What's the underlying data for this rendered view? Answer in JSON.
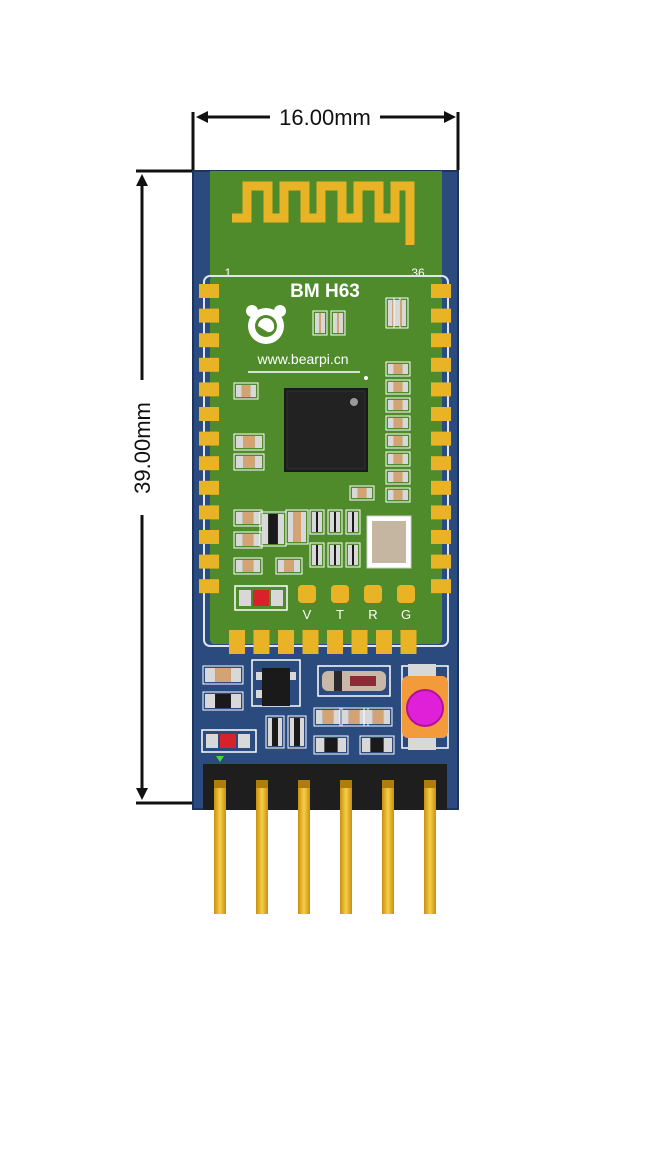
{
  "dimensions": {
    "width_label": "16.00mm",
    "height_label": "39.00mm"
  },
  "module": {
    "name": "BM H63",
    "website": "www.bearpi.cn",
    "pin_first": "1",
    "pin_last": "36",
    "pad_labels": [
      "V",
      "T",
      "R",
      "G"
    ],
    "header_pins": 6
  },
  "colors": {
    "board_blue": "#2b4a7d",
    "shield_green": "#4f8a2b",
    "gold": "#e8b426",
    "chip_black": "#1a1a1a",
    "button_magenta": "#e020d8",
    "button_orange": "#f39a3a"
  }
}
